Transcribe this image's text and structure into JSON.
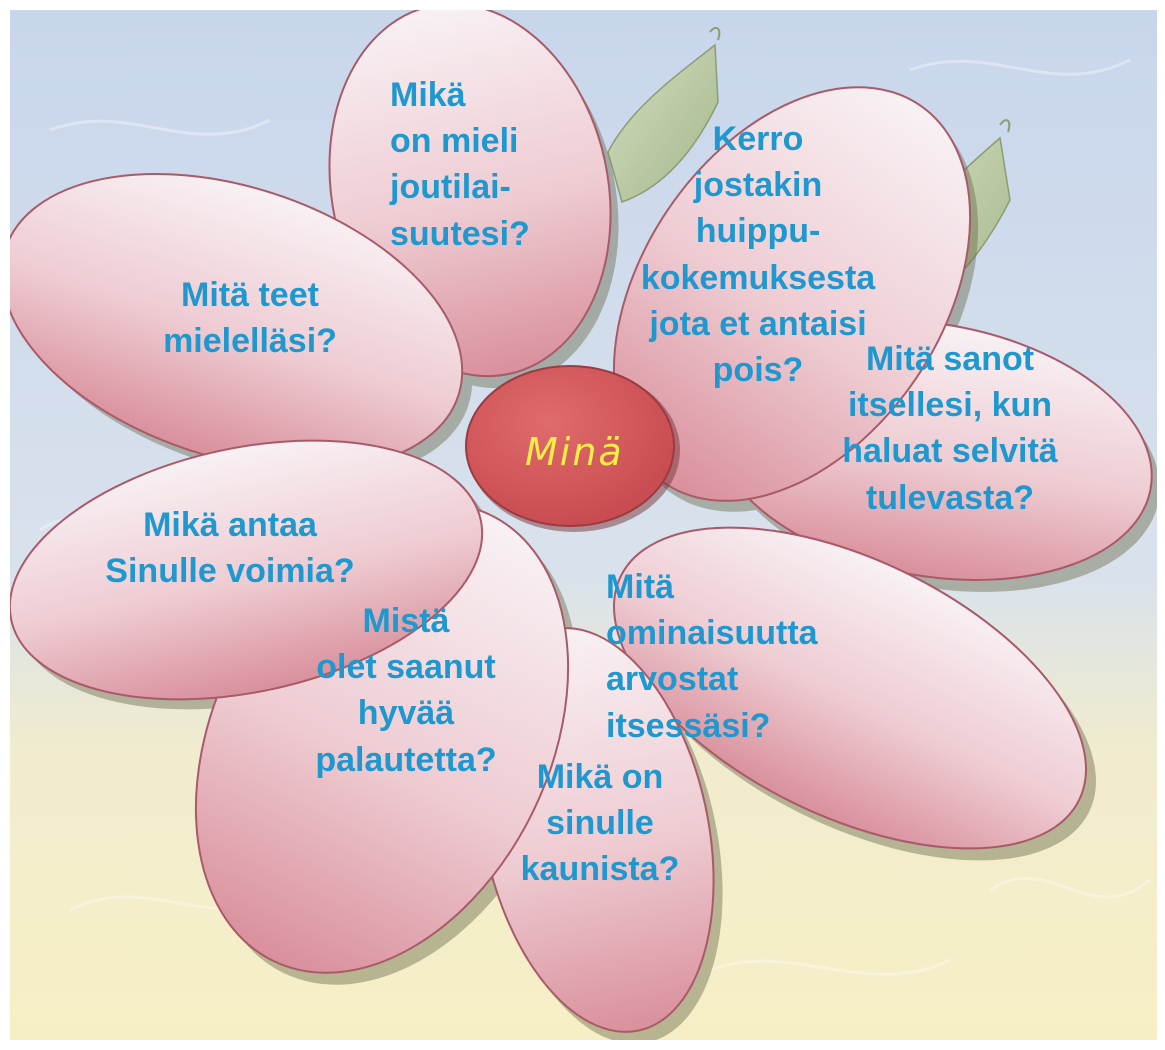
{
  "center": {
    "label": "Minä"
  },
  "petals": [
    {
      "id": "top",
      "text": "Mikä\non mieli\njoutilai-\nsuutesi?"
    },
    {
      "id": "upper-right",
      "text": "Kerro\njostakin\nhuippu-\nkokemuksesta\njota et antaisi\npois?"
    },
    {
      "id": "right",
      "text": "Mitä sanot\nitsellesi, kun\nhaluat selvitä\ntulevasta?"
    },
    {
      "id": "lower-right",
      "text": "Mitä\nominaisuutta\narvostat\nitsessäsi?"
    },
    {
      "id": "bottom",
      "text": "Mikä on\nsinulle\nkaunista?"
    },
    {
      "id": "lower-left",
      "text": "Mistä\nolet saanut\nhyvää\npalautetta?"
    },
    {
      "id": "left",
      "text": "Mikä antaa\nSinulle voimia?"
    },
    {
      "id": "upper-left",
      "text": "Mitä teet\nmielelläsi?"
    }
  ],
  "colors": {
    "petal_top": "#f7eef2",
    "petal_bottom": "#dc9aa5",
    "petal_outline": "#a85a68",
    "center_fill": "#d35b5e",
    "text": "#1e98cf",
    "center_text": "#f6ee46",
    "sky": "#cfdcee",
    "sand": "#f4ecc0",
    "leaf": "#b9c9a0"
  }
}
